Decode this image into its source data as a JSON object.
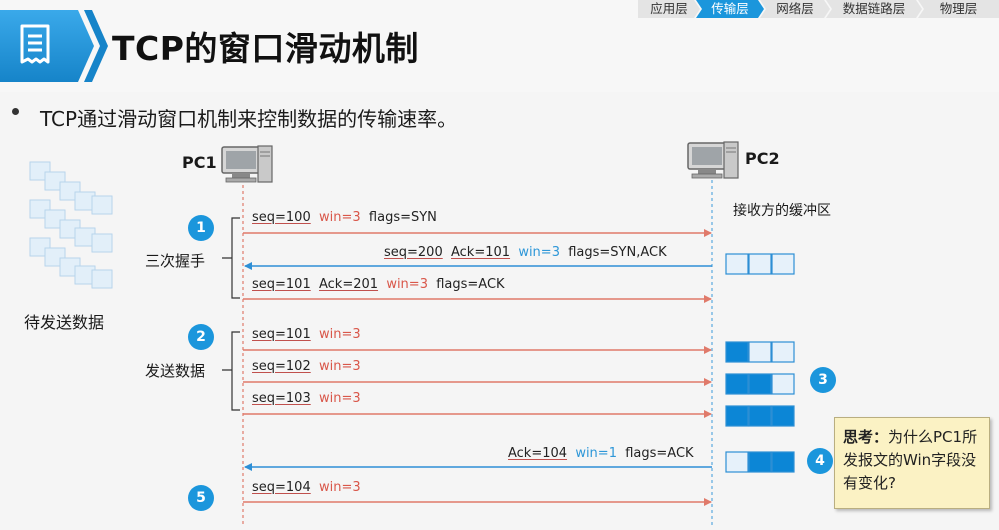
{
  "title": "TCP的窗口滑动机制",
  "breadcrumb": [
    "应用层",
    "传输层",
    "网络层",
    "数据链路层",
    "物理层"
  ],
  "breadcrumb_active": 1,
  "bullet": "TCP通过滑动窗口机制来控制数据的传输速率。",
  "pc1_label": "PC1",
  "pc2_label": "PC2",
  "receiver_buffer_label": "接收方的缓冲区",
  "pending_data_label": "待发送数据",
  "handshake_label": "三次握手",
  "send_data_label": "发送数据",
  "steps": [
    "1",
    "2",
    "3",
    "4",
    "5"
  ],
  "messages": [
    {
      "seq": "seq=100",
      "win": "win=3",
      "flags": "flags=SYN"
    },
    {
      "seq": "seq=200",
      "ack": "Ack=101",
      "win": "win=3",
      "flags": "flags=SYN,ACK"
    },
    {
      "seq": "seq=101",
      "ack": "Ack=201",
      "win": "win=3",
      "flags": "flags=ACK"
    },
    {
      "seq": "seq=101",
      "win": "win=3"
    },
    {
      "seq": "seq=102",
      "win": "win=3"
    },
    {
      "seq": "seq=103",
      "win": "win=3"
    },
    {
      "ack": "Ack=104",
      "win": "win=1",
      "flags": "flags=ACK"
    },
    {
      "seq": "seq=104",
      "win": "win=3"
    }
  ],
  "buffers": [
    [
      0,
      0,
      0
    ],
    [
      1,
      0,
      0
    ],
    [
      1,
      1,
      0
    ],
    [
      1,
      1,
      1
    ],
    [
      0,
      1,
      1
    ]
  ],
  "think": {
    "heading": "思考：",
    "text": "为什么PC1所发报文的Win字段没有变化?"
  },
  "colors": {
    "accent_blue": "#1b96dc",
    "arrow_red": "#e07a6a",
    "arrow_blue": "#2e8fd6",
    "window_red": "#d9574a",
    "note_bg": "#fbf2c4"
  }
}
